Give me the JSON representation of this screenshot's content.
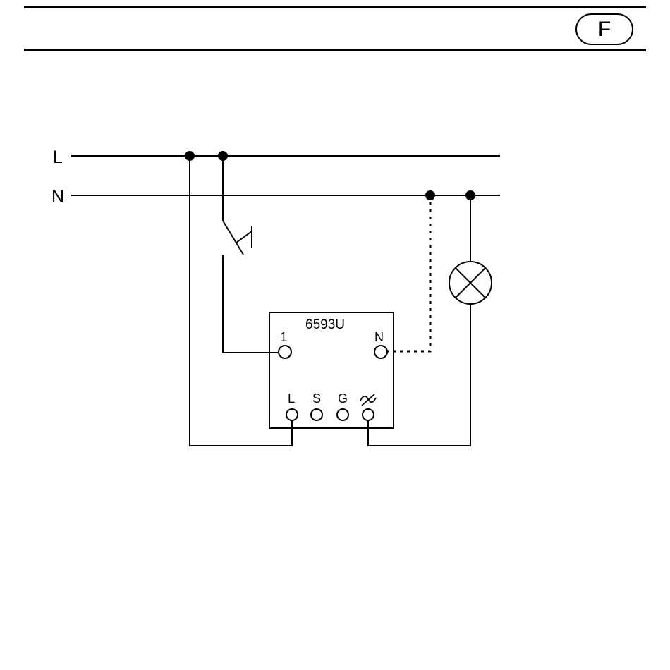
{
  "header": {
    "language_badge": "F"
  },
  "diagram": {
    "lines": {
      "live_label": "L",
      "neutral_label": "N"
    },
    "device": {
      "model": "6593U",
      "terminal_1": "1",
      "terminal_n": "N",
      "terminal_l": "L",
      "terminal_s": "S",
      "terminal_g": "G"
    }
  }
}
